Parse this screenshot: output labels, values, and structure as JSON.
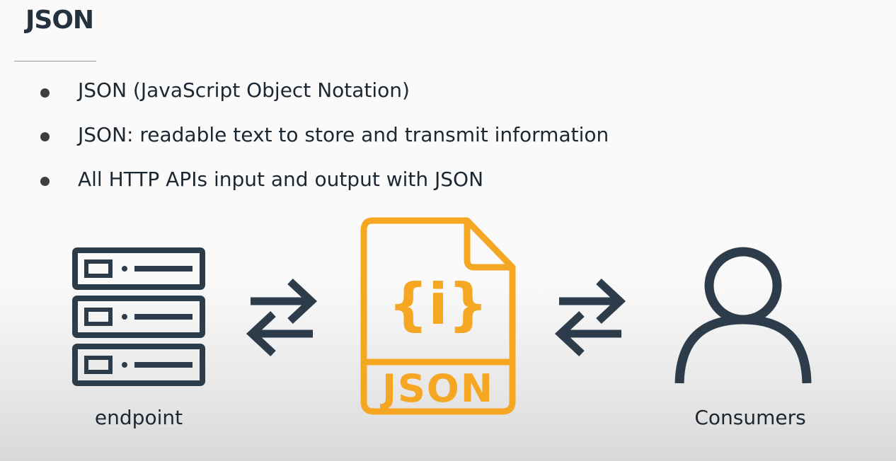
{
  "slide": {
    "title": "JSON"
  },
  "bullets": [
    "JSON (JavaScript Object Notation)",
    "JSON: readable text to store and transmit information",
    "All HTTP APIs input and output with JSON"
  ],
  "diagram": {
    "endpoint_label": "endpoint",
    "document_label": "JSON",
    "document_symbol": "{i}",
    "consumers_label": "Consumers"
  },
  "colors": {
    "dark": "#2c3c4a",
    "accent": "#f5a623"
  },
  "icons": [
    "server-stack-icon",
    "exchange-arrows-icon",
    "json-file-icon",
    "user-icon"
  ]
}
